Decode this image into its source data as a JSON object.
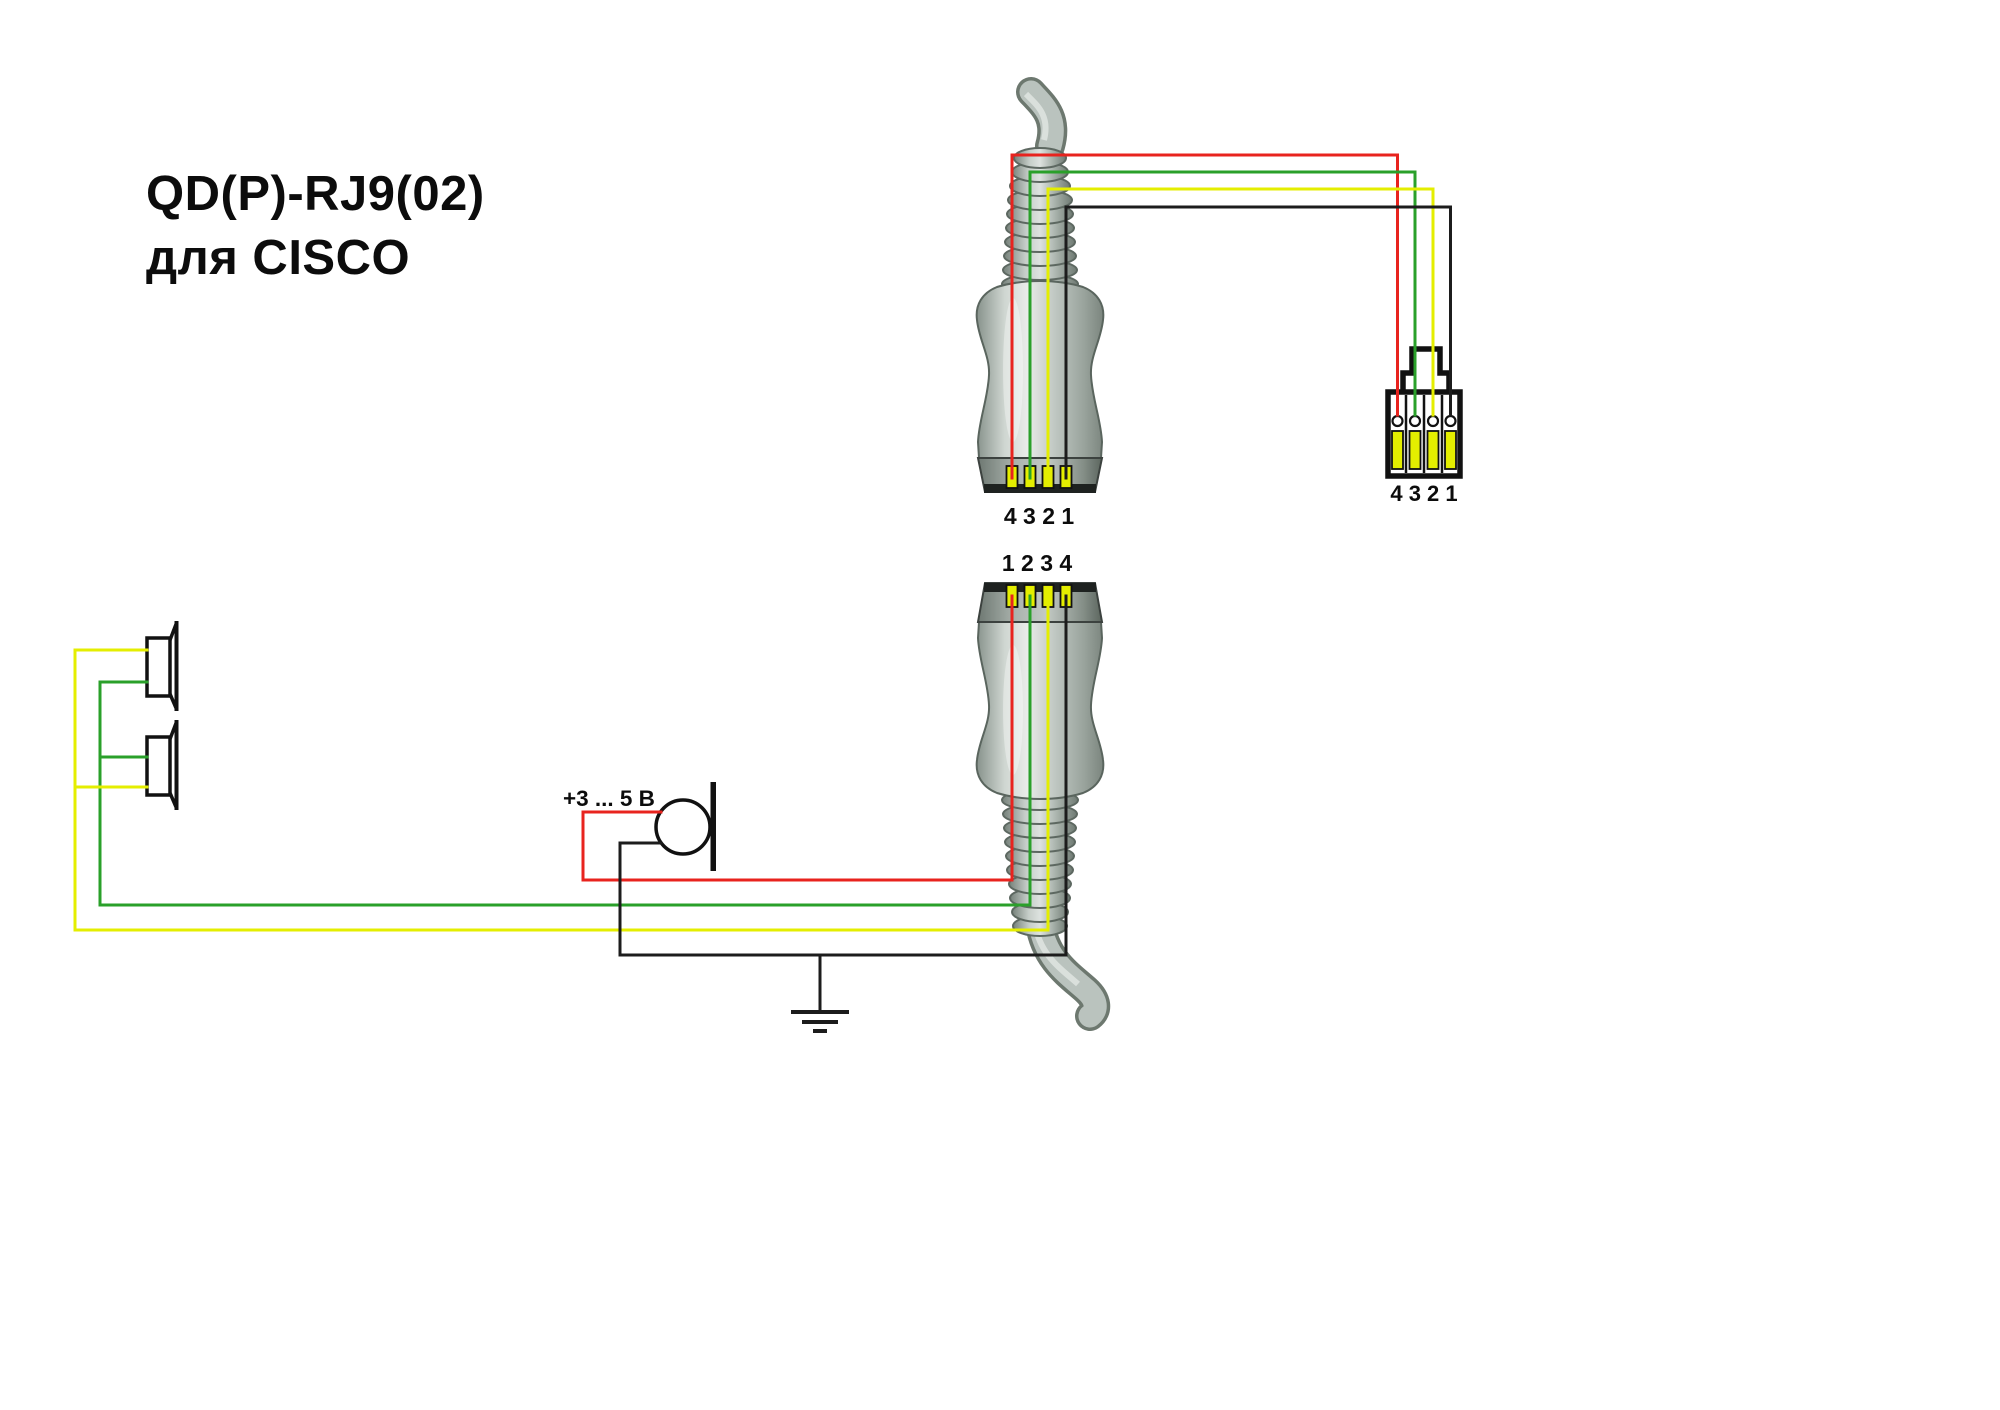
{
  "title": {
    "line1": "QD(P)-RJ9(02)",
    "line2": "для CISCO"
  },
  "connectors": {
    "qd_top": {
      "pin_labels": "4 3 2 1"
    },
    "qd_bottom": {
      "pin_labels": "1 2 3 4"
    },
    "rj9": {
      "pin_labels": "4 3 2 1"
    }
  },
  "microphone": {
    "voltage_label": "+3 ... 5 В"
  },
  "colors": {
    "wire_red": "#e8231e",
    "wire_green": "#2aa02a",
    "wire_yellow": "#e4ee00",
    "wire_black": "#1c1c1c",
    "contact_yellow": "#e4ee00",
    "outline_black": "#111111"
  }
}
